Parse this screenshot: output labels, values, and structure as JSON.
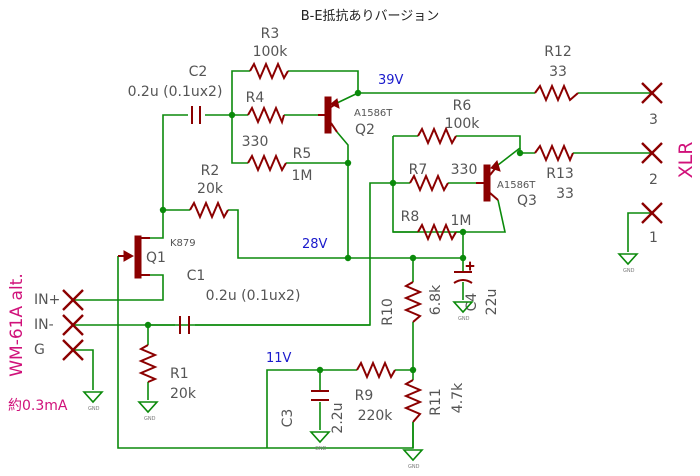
{
  "title": "B-E抵抗ありバージョン",
  "mic": {
    "model": "WM-61A alt.",
    "current": "約0.3mA"
  },
  "connector": "XLR",
  "inputs": [
    {
      "label": "IN+"
    },
    {
      "label": "IN-"
    },
    {
      "label": "G"
    }
  ],
  "xlr_pins": [
    "3",
    "2",
    "1"
  ],
  "voltages": {
    "v39": "39V",
    "v28": "28V",
    "v11": "11V"
  },
  "transistors": [
    {
      "ref": "Q1",
      "part": "K879"
    },
    {
      "ref": "Q2",
      "part": "A1586T"
    },
    {
      "ref": "Q3",
      "part": "A1586T"
    }
  ],
  "resistors": [
    {
      "ref": "R1",
      "value": "20k"
    },
    {
      "ref": "R2",
      "value": "20k"
    },
    {
      "ref": "R3",
      "value": "100k"
    },
    {
      "ref": "R4",
      "value": "330"
    },
    {
      "ref": "R5",
      "value": "1M"
    },
    {
      "ref": "R6",
      "value": "100k"
    },
    {
      "ref": "R7",
      "value": "330"
    },
    {
      "ref": "R8",
      "value": "1M"
    },
    {
      "ref": "R9",
      "value": "220k"
    },
    {
      "ref": "R10",
      "value": "6.8k"
    },
    {
      "ref": "R11",
      "value": "4.7k"
    },
    {
      "ref": "R12",
      "value": "33"
    },
    {
      "ref": "R13",
      "value": "33"
    }
  ],
  "capacitors": [
    {
      "ref": "C1",
      "value": "0.2u (0.1ux2)"
    },
    {
      "ref": "C2",
      "value": "0.2u (0.1ux2)"
    },
    {
      "ref": "C3",
      "value": "2.2u"
    },
    {
      "ref": "C4",
      "value": "22u"
    }
  ],
  "ground_tag": "GND"
}
